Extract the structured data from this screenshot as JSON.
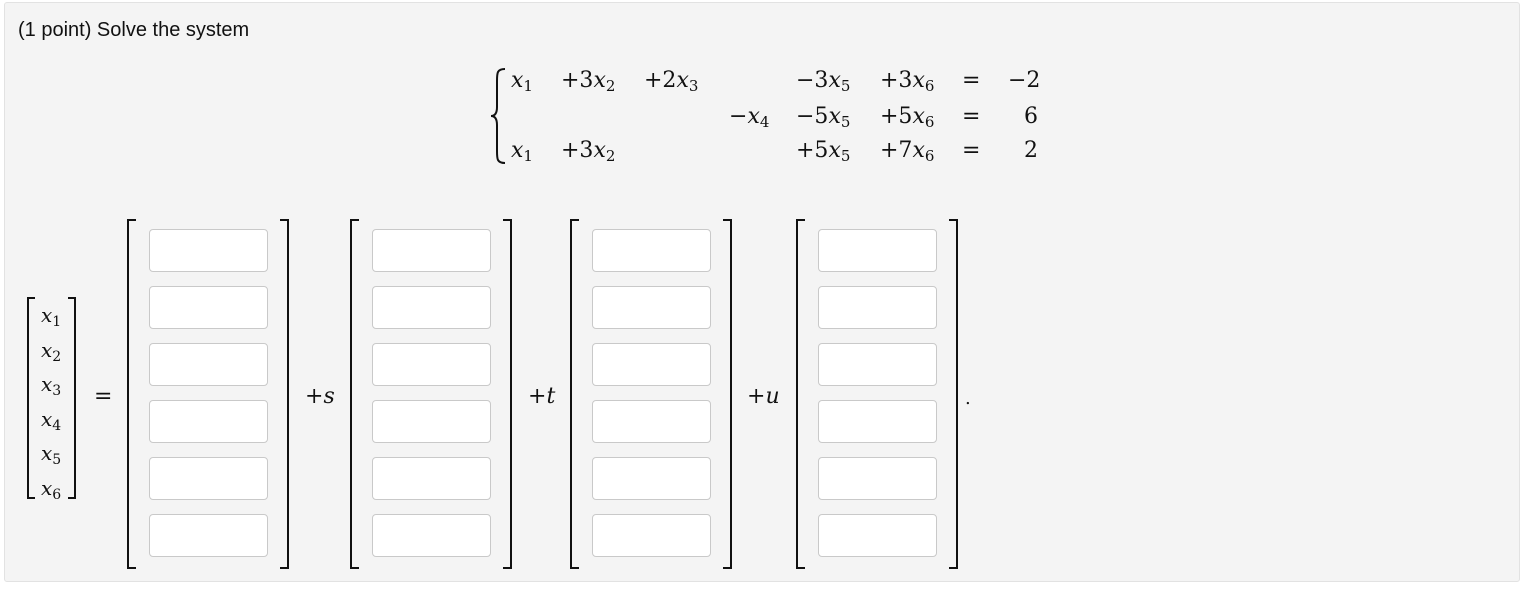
{
  "prompt": "(1 point) Solve the system",
  "system": {
    "row1": {
      "t1_var": "x",
      "t1_sub": "1",
      "t2_coef": "+3",
      "t2_var": "x",
      "t2_sub": "2",
      "t3_coef": "+2",
      "t3_var": "x",
      "t3_sub": "3",
      "t5_coef": "−3",
      "t5_var": "x",
      "t5_sub": "5",
      "t6_coef": "+3",
      "t6_var": "x",
      "t6_sub": "6",
      "eq": "=",
      "rhs": "−2"
    },
    "row2": {
      "t4_coef": "−",
      "t4_var": "x",
      "t4_sub": "4",
      "t5_coef": "−5",
      "t5_var": "x",
      "t5_sub": "5",
      "t6_coef": "+5",
      "t6_var": "x",
      "t6_sub": "6",
      "eq": "=",
      "rhs": "6"
    },
    "row3": {
      "t1_var": "x",
      "t1_sub": "1",
      "t2_coef": "+3",
      "t2_var": "x",
      "t2_sub": "2",
      "t5_coef": "+5",
      "t5_var": "x",
      "t5_sub": "5",
      "t6_coef": "+7",
      "t6_var": "x",
      "t6_sub": "6",
      "eq": "=",
      "rhs": "2"
    }
  },
  "solution": {
    "vector_labels": [
      {
        "var": "x",
        "sub": "1"
      },
      {
        "var": "x",
        "sub": "2"
      },
      {
        "var": "x",
        "sub": "3"
      },
      {
        "var": "x",
        "sub": "4"
      },
      {
        "var": "x",
        "sub": "5"
      },
      {
        "var": "x",
        "sub": "6"
      }
    ],
    "equals": "=",
    "ops": {
      "s_sign": "+",
      "s_param": "s",
      "t_sign": "+",
      "t_param": "t",
      "u_sign": "+",
      "u_param": "u"
    },
    "period": ".",
    "columns": [
      {
        "name": "particular",
        "values": [
          "",
          "",
          "",
          "",
          "",
          ""
        ]
      },
      {
        "name": "s",
        "values": [
          "",
          "",
          "",
          "",
          "",
          ""
        ]
      },
      {
        "name": "t",
        "values": [
          "",
          "",
          "",
          "",
          "",
          ""
        ]
      },
      {
        "name": "u",
        "values": [
          "",
          "",
          "",
          "",
          "",
          ""
        ]
      }
    ]
  }
}
